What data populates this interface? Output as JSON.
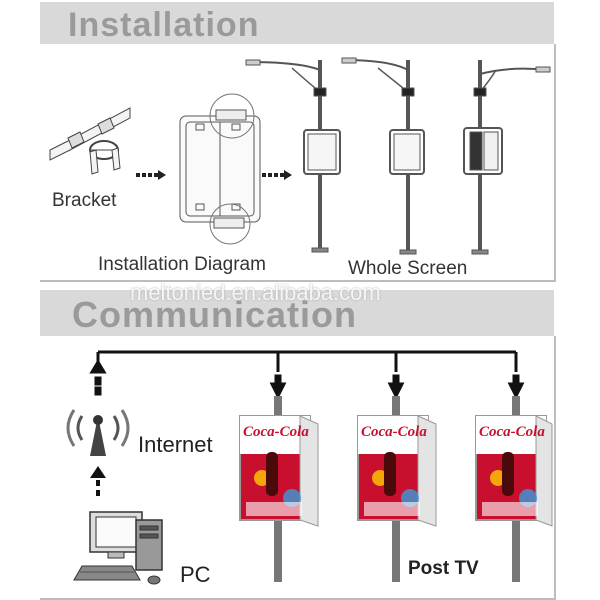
{
  "installation": {
    "title": "Installation",
    "labels": {
      "bracket": "Bracket",
      "diagram": "Installation Diagram",
      "whole": "Whole Screen"
    }
  },
  "watermark": "meltonled.en.alibaba.com",
  "communication": {
    "title": "Communication",
    "labels": {
      "internet": "Internet",
      "pc": "PC",
      "post_tv": "Post TV"
    },
    "brand_text": "Coca-Cola"
  },
  "colors": {
    "heading": "#9a9a9a",
    "tab": "#d9d9d9",
    "ad_red": "#c8102e"
  }
}
